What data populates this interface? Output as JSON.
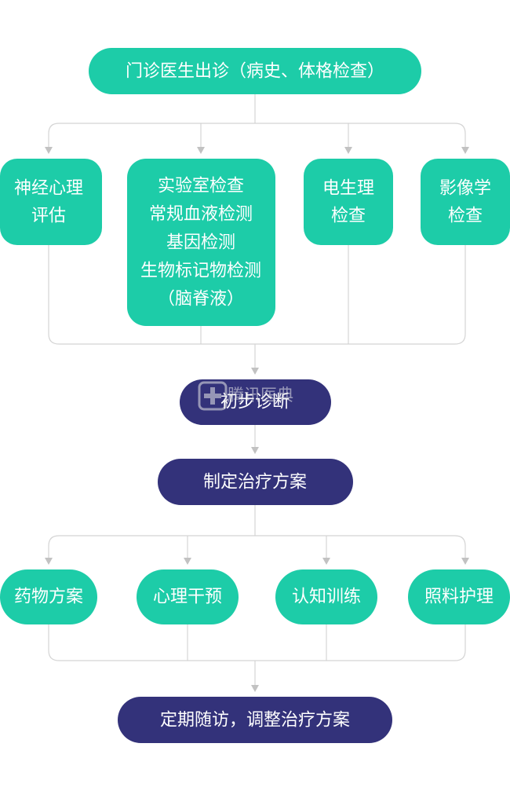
{
  "colors": {
    "teal": "#1DCCA8",
    "navy": "#33327A",
    "connector": "#D4D4D4"
  },
  "watermark": {
    "text": "腾讯医典",
    "icon": "plus-in-box-icon"
  },
  "nodes": {
    "outpatient": "门诊医生出诊（病史、体格检查）",
    "neuro_psych": [
      "神经心理",
      "评估"
    ],
    "lab": [
      "实验室检查",
      "常规血液检测",
      "基因检测",
      "生物标记物检测",
      "（脑脊液）"
    ],
    "electro": [
      "电生理",
      "检查"
    ],
    "imaging": [
      "影像学",
      "检查"
    ],
    "initial_diagnosis": "初步诊断",
    "treatment_plan": "制定治疗方案",
    "medication": "药物方案",
    "psych_intervention": "心理干预",
    "cognitive_training": "认知训练",
    "care_nursing": "照料护理",
    "followup": "定期随访，调整治疗方案"
  }
}
